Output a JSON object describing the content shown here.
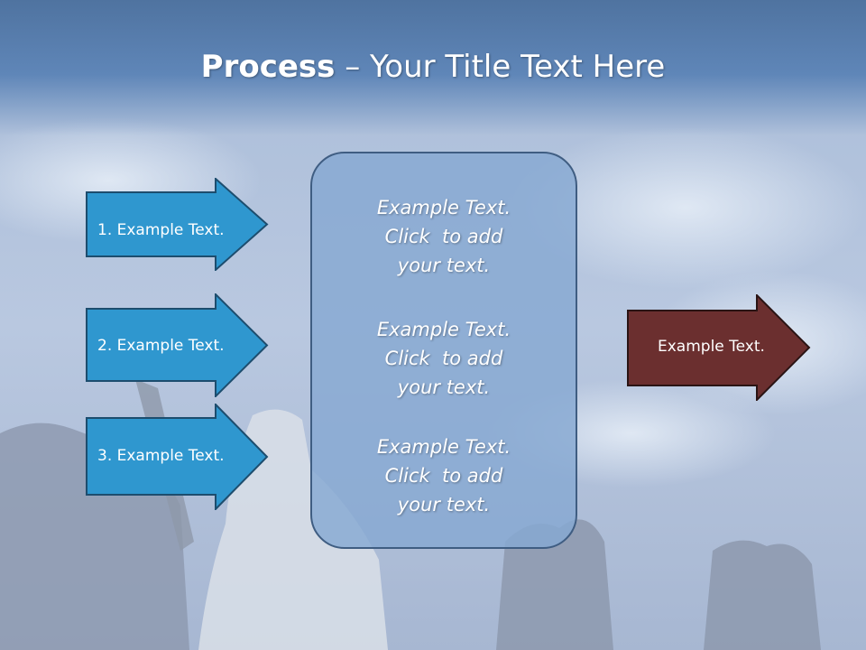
{
  "slide": {
    "title_bold": "Process",
    "title_dash": " – ",
    "title_rest": "Your Title Text Here"
  },
  "left_arrows": [
    {
      "label": "1. Example Text."
    },
    {
      "label": "2. Example Text."
    },
    {
      "label": "3. Example Text."
    }
  ],
  "center_box": {
    "paragraphs": [
      {
        "line1": "Example Text.",
        "line2": "Click  to add",
        "line3": "your text."
      },
      {
        "line1": "Example Text.",
        "line2": "Click  to add",
        "line3": "your text."
      },
      {
        "line1": "Example Text.",
        "line2": "Click  to add",
        "line3": "your text."
      }
    ]
  },
  "right_arrow": {
    "label": "Example Text."
  },
  "colors": {
    "left_arrow_fill": "#2f97cf",
    "left_arrow_border": "#1d4d6e",
    "right_arrow_fill": "#6b2f2f",
    "right_arrow_border": "#2a1414",
    "box_border": "#3f5d82"
  }
}
